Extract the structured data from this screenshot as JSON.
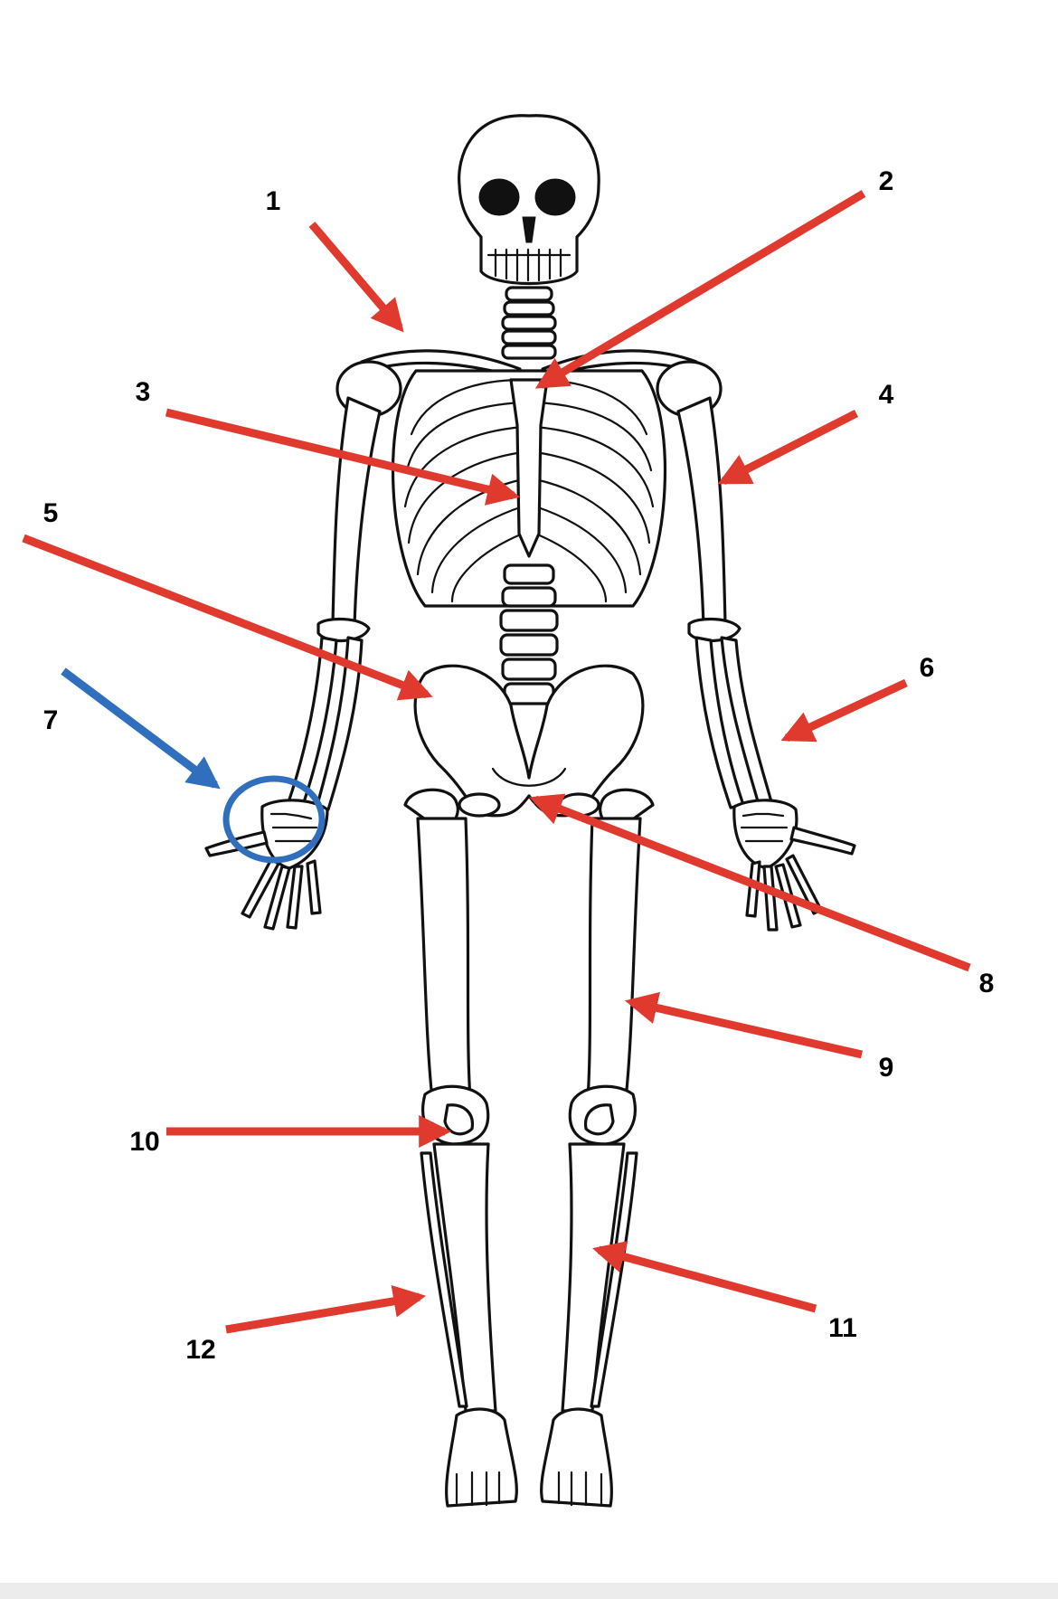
{
  "colors": {
    "red_arrow": "#e03a2f",
    "blue_arrow": "#2f6fbe",
    "outline": "#111111",
    "label": "#000000"
  },
  "labels": [
    {
      "id": "1",
      "text": "1",
      "arrow": "red"
    },
    {
      "id": "2",
      "text": "2",
      "arrow": "red"
    },
    {
      "id": "3",
      "text": "3",
      "arrow": "red"
    },
    {
      "id": "4",
      "text": "4",
      "arrow": "red"
    },
    {
      "id": "5",
      "text": "5",
      "arrow": "red"
    },
    {
      "id": "6",
      "text": "6",
      "arrow": "red"
    },
    {
      "id": "7",
      "text": "7",
      "arrow": "blue",
      "highlight": "circle"
    },
    {
      "id": "8",
      "text": "8",
      "arrow": "red"
    },
    {
      "id": "9",
      "text": "9",
      "arrow": "red"
    },
    {
      "id": "10",
      "text": "10",
      "arrow": "red"
    },
    {
      "id": "11",
      "text": "11",
      "arrow": "red"
    },
    {
      "id": "12",
      "text": "12",
      "arrow": "red"
    }
  ]
}
